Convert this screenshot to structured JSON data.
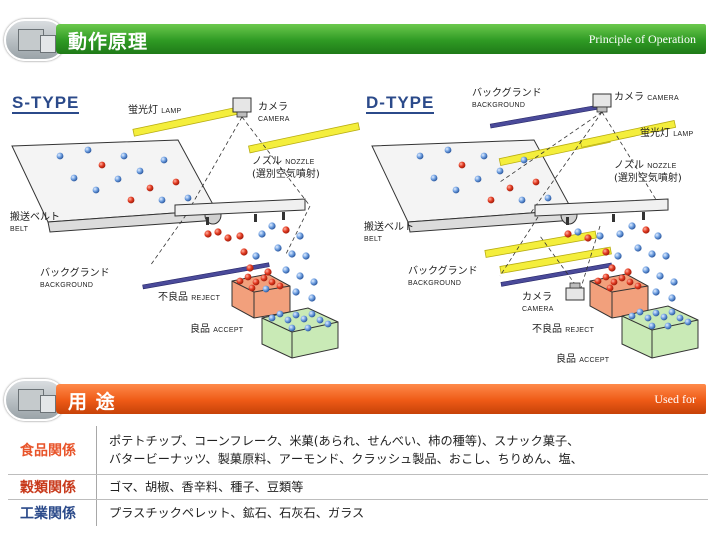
{
  "sections": {
    "principle": {
      "title": "動作原理",
      "subtitle": "Principle of Operation"
    },
    "uses": {
      "title": "用 途",
      "subtitle": "Used for"
    }
  },
  "s_type": {
    "title": "S-TYPE",
    "lamp": {
      "jp": "蛍光灯",
      "en": "LAMP"
    },
    "camera": {
      "jp": "カメラ",
      "en": "CAMERA"
    },
    "nozzle": {
      "jp": "ノズル",
      "en": "NOZZLE",
      "note": "(選別空気噴射)"
    },
    "belt": {
      "jp": "搬送ベルト",
      "en": "BELT"
    },
    "background": {
      "jp": "バックグランド",
      "en": "BACKGROUND"
    },
    "reject": {
      "jp": "不良品",
      "en": "REJECT"
    },
    "accept": {
      "jp": "良品",
      "en": "ACCEPT"
    }
  },
  "d_type": {
    "title": "D-TYPE",
    "background_top": {
      "jp": "バックグランド",
      "en": "BACKGROUND"
    },
    "camera_top": {
      "jp": "カメラ",
      "en": "CAMERA"
    },
    "lamp": {
      "jp": "蛍光灯",
      "en": "LAMP"
    },
    "nozzle": {
      "jp": "ノズル",
      "en": "NOZZLE",
      "note": "(選別空気噴射)"
    },
    "belt": {
      "jp": "搬送ベルト",
      "en": "BELT"
    },
    "background_bottom": {
      "jp": "バックグランド",
      "en": "BACKGROUND"
    },
    "camera_bottom": {
      "jp": "カメラ",
      "en": "CAMERA"
    },
    "reject": {
      "jp": "不良品",
      "en": "REJECT"
    },
    "accept": {
      "jp": "良品",
      "en": "ACCEPT"
    }
  },
  "uses": [
    {
      "category": "食品関係",
      "color": "#e8542a",
      "lines": [
        "ポテトチップ、コーンフレーク、米菓(あられ、せんべい、柿の種等)、スナック菓子、",
        "バタービーナッツ、製菓原料、アーモンド、クラッシュ製品、おこし、ちりめん、塩、"
      ]
    },
    {
      "category": "穀類関係",
      "color": "#c83a1c",
      "lines": [
        "ゴマ、胡椒、香辛料、種子、豆類等"
      ]
    },
    {
      "category": "工業関係",
      "color": "#2b4a8a",
      "lines": [
        "プラスチックペレット、鉱石、石灰石、ガラス"
      ]
    }
  ],
  "colors": {
    "green_banner": "#2f9a24",
    "orange_banner": "#ee5a16",
    "type_title": "#2b4a8a",
    "lamp": "#f4ee3c",
    "reject_box": "#f2a07c",
    "accept_box": "#c9eab6",
    "red_ball": "#e33b22",
    "blue_ball": "#5b8fd6"
  }
}
